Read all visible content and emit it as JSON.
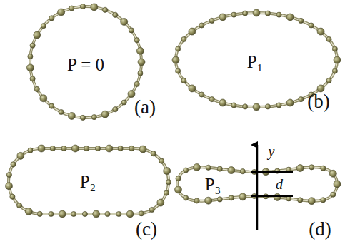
{
  "diagram": {
    "labels": [
      "P = 0",
      "(a)",
      "P₁",
      "(b)",
      "P₂",
      "(c)",
      "y",
      "d",
      "P₃",
      "(d)"
    ]
  }
}
